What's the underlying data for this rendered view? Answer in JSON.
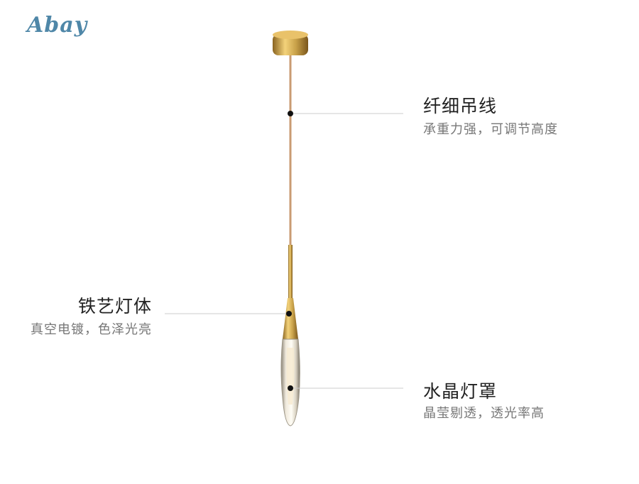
{
  "brand": {
    "logo_text": "Abay",
    "color": "#4f87a8"
  },
  "product": {
    "brass_color": "#c9a24a",
    "wire_color": "#c99b72",
    "glass_color": "#d9d4c6"
  },
  "callouts": [
    {
      "title": "纤细吊线",
      "subtitle": "承重力强，可调节高度"
    },
    {
      "title": "铁艺灯体",
      "subtitle": "真空电镀，色泽光亮"
    },
    {
      "title": "水晶灯罩",
      "subtitle": "晶莹剔透，透光率高"
    }
  ]
}
